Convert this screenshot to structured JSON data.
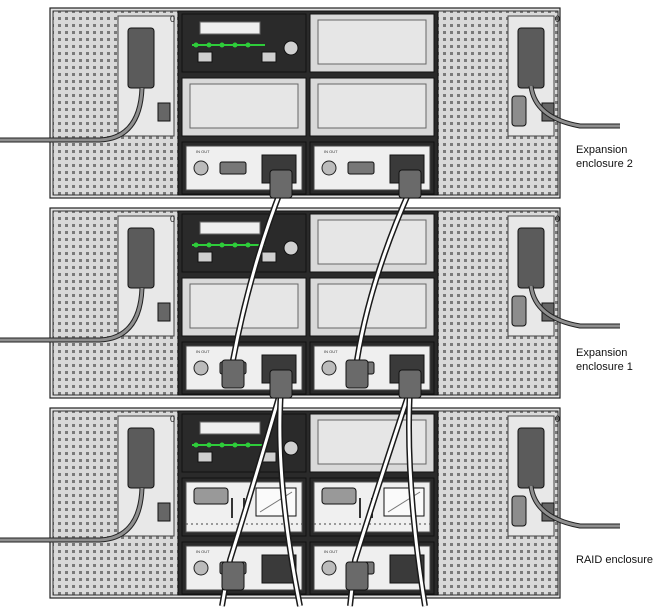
{
  "figure": {
    "callouts": {
      "expansion_2": {
        "line1": "Expansion",
        "line2": "enclosure 2"
      },
      "expansion_1": {
        "line1": "Expansion",
        "line2": "enclosure 1"
      },
      "raid": {
        "line1": "RAID enclosure"
      }
    }
  },
  "colors": {
    "chassis": "#d9d9d9",
    "vent": "#7a7a7a",
    "module_dark": "#2a2a2a",
    "led_green": "#2ecc3a",
    "cable_outline": "#1a1a1a"
  },
  "icons": [
    "power-plug-icon",
    "led-icon",
    "lock-key-icon",
    "serial-port-icon"
  ]
}
